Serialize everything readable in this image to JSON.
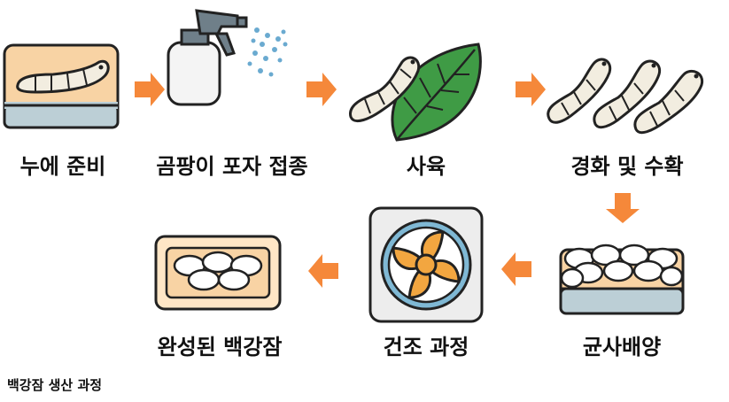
{
  "steps": [
    {
      "label": "누에 준비",
      "icon": "silkworm-tray-icon"
    },
    {
      "label": "곰팡이 포자 접종",
      "icon": "spray-bottle-icon"
    },
    {
      "label": "사육",
      "icon": "silkworm-leaf-icon"
    },
    {
      "label": "경화 및 수확",
      "icon": "hardened-silkworms-icon"
    },
    {
      "label": "균사배양",
      "icon": "mycelium-tray-icon"
    },
    {
      "label": "건조 과정",
      "icon": "drying-fan-icon"
    },
    {
      "label": "완성된 백강잠",
      "icon": "finished-tray-icon"
    }
  ],
  "caption": "백강잠 생산 과정",
  "colors": {
    "arrow": "#f5883a",
    "tray_fill": "#f8d3a4",
    "tray_base": "#bccfd6",
    "outline": "#222222",
    "leaf": "#3f9b45",
    "silkworm": "#f2ede0",
    "mist": "#6aaad0",
    "fan_blade": "#f2a640",
    "fan_ring": "#7fb8d4"
  }
}
